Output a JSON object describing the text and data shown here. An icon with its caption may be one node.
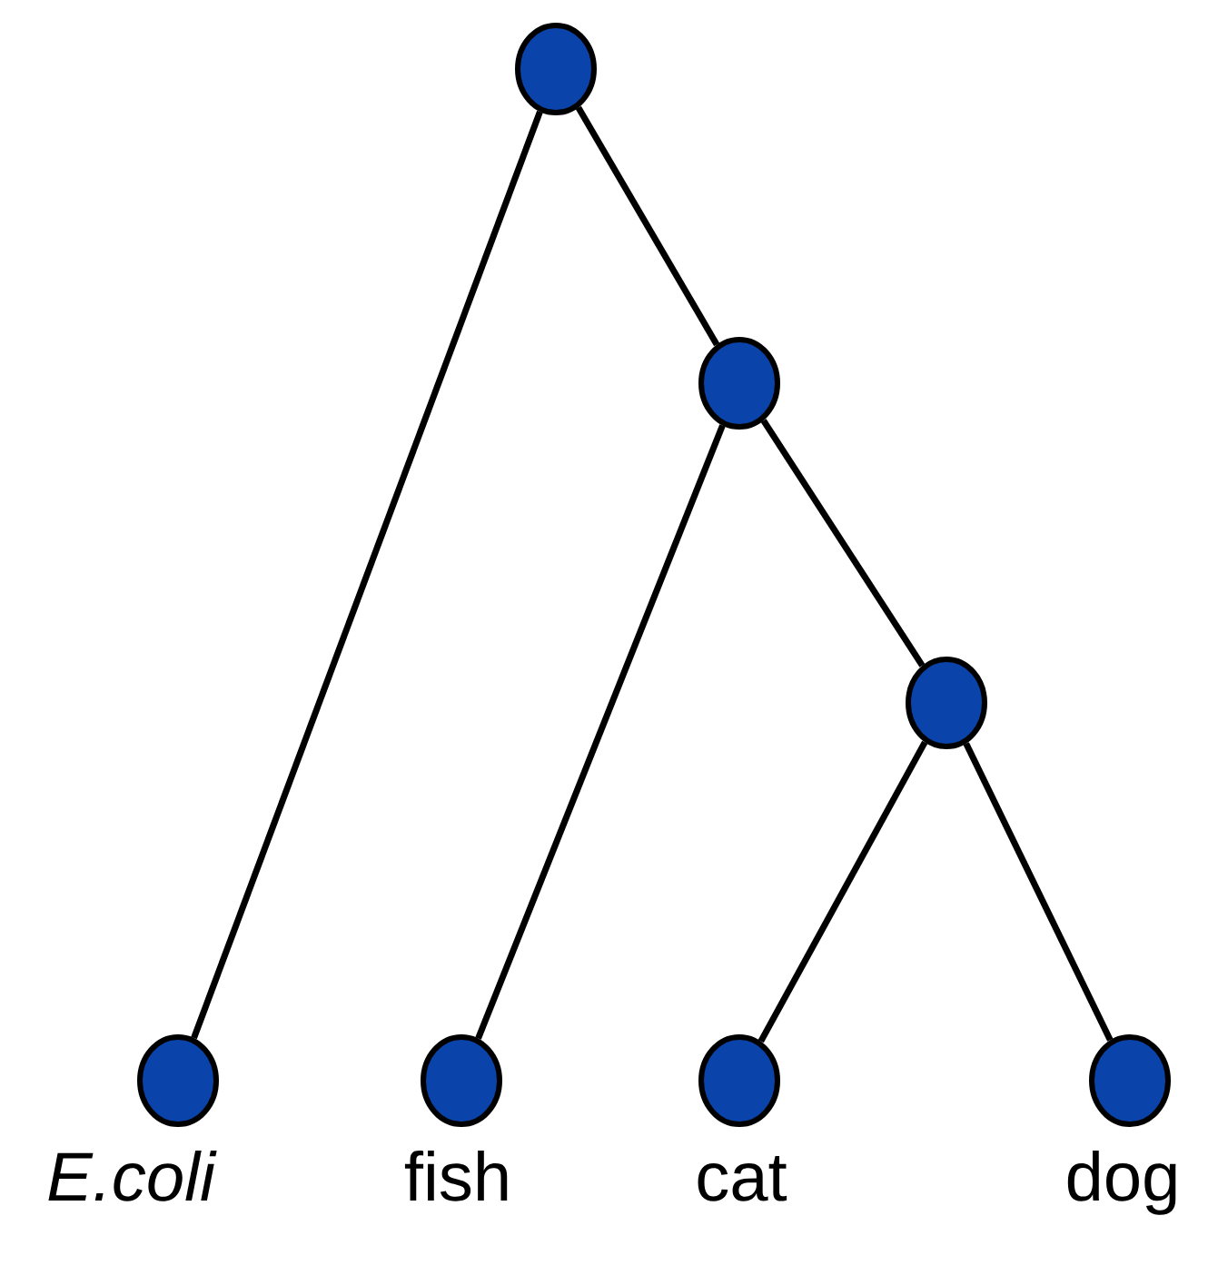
{
  "diagram": {
    "nodes": [
      {
        "text": [],
        "shape": "circle"
      },
      {
        "text": [],
        "shape": "circle"
      },
      {
        "text": [],
        "shape": "circle"
      },
      {
        "text": [],
        "shape": "circle",
        "beside": [
          "E.coli"
        ]
      },
      {
        "text": [],
        "shape": "circle",
        "beside": [
          "fish"
        ]
      },
      {
        "text": [],
        "shape": "circle",
        "beside": [
          "cat"
        ]
      },
      {
        "text": [],
        "shape": "circle",
        "beside": [
          "dog"
        ]
      }
    ],
    "edges": [
      {
        "from": 0,
        "to": 3,
        "arrow": "none"
      },
      {
        "from": 0,
        "to": 1,
        "arrow": "none"
      },
      {
        "from": 1,
        "to": 4,
        "arrow": "none"
      },
      {
        "from": 1,
        "to": 2,
        "arrow": "none"
      },
      {
        "from": 2,
        "to": 5,
        "arrow": "none"
      },
      {
        "from": 2,
        "to": 6,
        "arrow": "none"
      }
    ]
  }
}
